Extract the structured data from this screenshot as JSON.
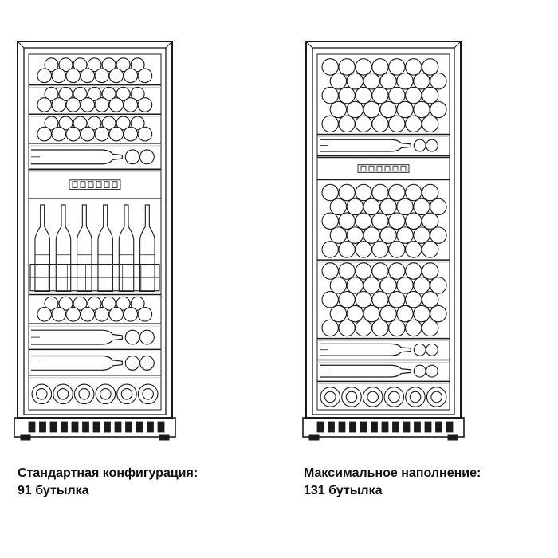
{
  "figures": [
    {
      "id": "standard",
      "caption_line1": "Стандартная конфигурация:",
      "caption_line2": "91 бутылка",
      "upper_zone": [
        "rows",
        "rows",
        "rows",
        "side",
        "control"
      ],
      "lower_zone": [
        "upright",
        "rows",
        "side",
        "side",
        "front"
      ]
    },
    {
      "id": "maximum",
      "caption_line1": "Максимальное наполнение:",
      "caption_line2": "131 бутылка",
      "upper_zone": [
        "stack",
        "side",
        "control"
      ],
      "lower_zone": [
        "stack",
        "stack",
        "side",
        "side",
        "front"
      ]
    }
  ],
  "colors": {
    "line": "#1a1a1a",
    "frame": "#444444",
    "shelf": "#bbbbbb"
  }
}
